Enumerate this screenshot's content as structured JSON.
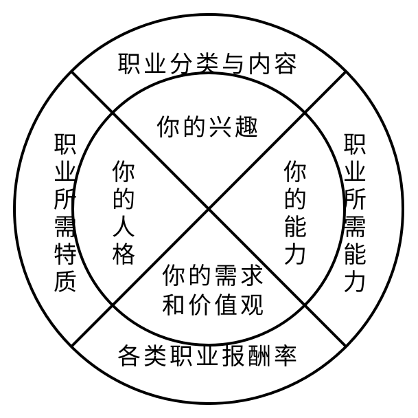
{
  "diagram": {
    "outer_ring": {
      "top": "职业分类与内容",
      "left": [
        "职",
        "业",
        "所",
        "需",
        "特",
        "质"
      ],
      "right": [
        "职",
        "业",
        "所",
        "需",
        "能",
        "力"
      ],
      "bottom": "各类职业报酬率"
    },
    "inner_circle": {
      "top": "你的兴趣",
      "left": [
        "你",
        "的",
        "人",
        "格"
      ],
      "right": [
        "你",
        "的",
        "能",
        "力"
      ],
      "bottom_line1": "你的需求",
      "bottom_line2": "和价值观"
    },
    "stroke_color": "#000000",
    "background_color": "#ffffff"
  }
}
